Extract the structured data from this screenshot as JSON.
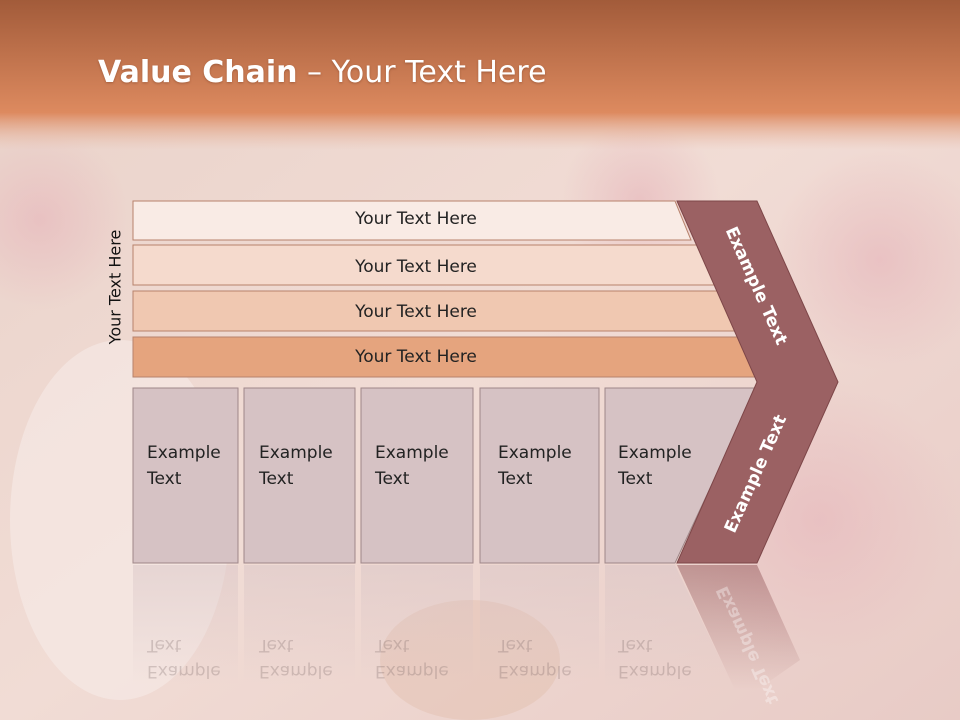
{
  "slide": {
    "title_bold": "Value Chain",
    "title_rest": " – Your Text Here",
    "side_label": "Your Text Here"
  },
  "colors": {
    "header_top": "#a25b3a",
    "header_bottom": "#dd8a5f",
    "bar_1": "#f9ebe5",
    "bar_2": "#f5dacd",
    "bar_3": "#f0c8b1",
    "bar_4": "#e5a47e",
    "box_fill": "#d6c2c4",
    "chevron": "#9b6163"
  },
  "bars": [
    {
      "label": "Your Text Here"
    },
    {
      "label": "Your Text Here"
    },
    {
      "label": "Your Text Here"
    },
    {
      "label": "Your Text Here"
    }
  ],
  "boxes": [
    {
      "line1": "Example",
      "line2": "Text"
    },
    {
      "line1": "Example",
      "line2": "Text"
    },
    {
      "line1": "Example",
      "line2": "Text"
    },
    {
      "line1": "Example",
      "line2": "Text"
    },
    {
      "line1": "Example",
      "line2": "Text"
    }
  ],
  "chevron": {
    "upper_label": "Example Text",
    "lower_label": "Example Text"
  }
}
